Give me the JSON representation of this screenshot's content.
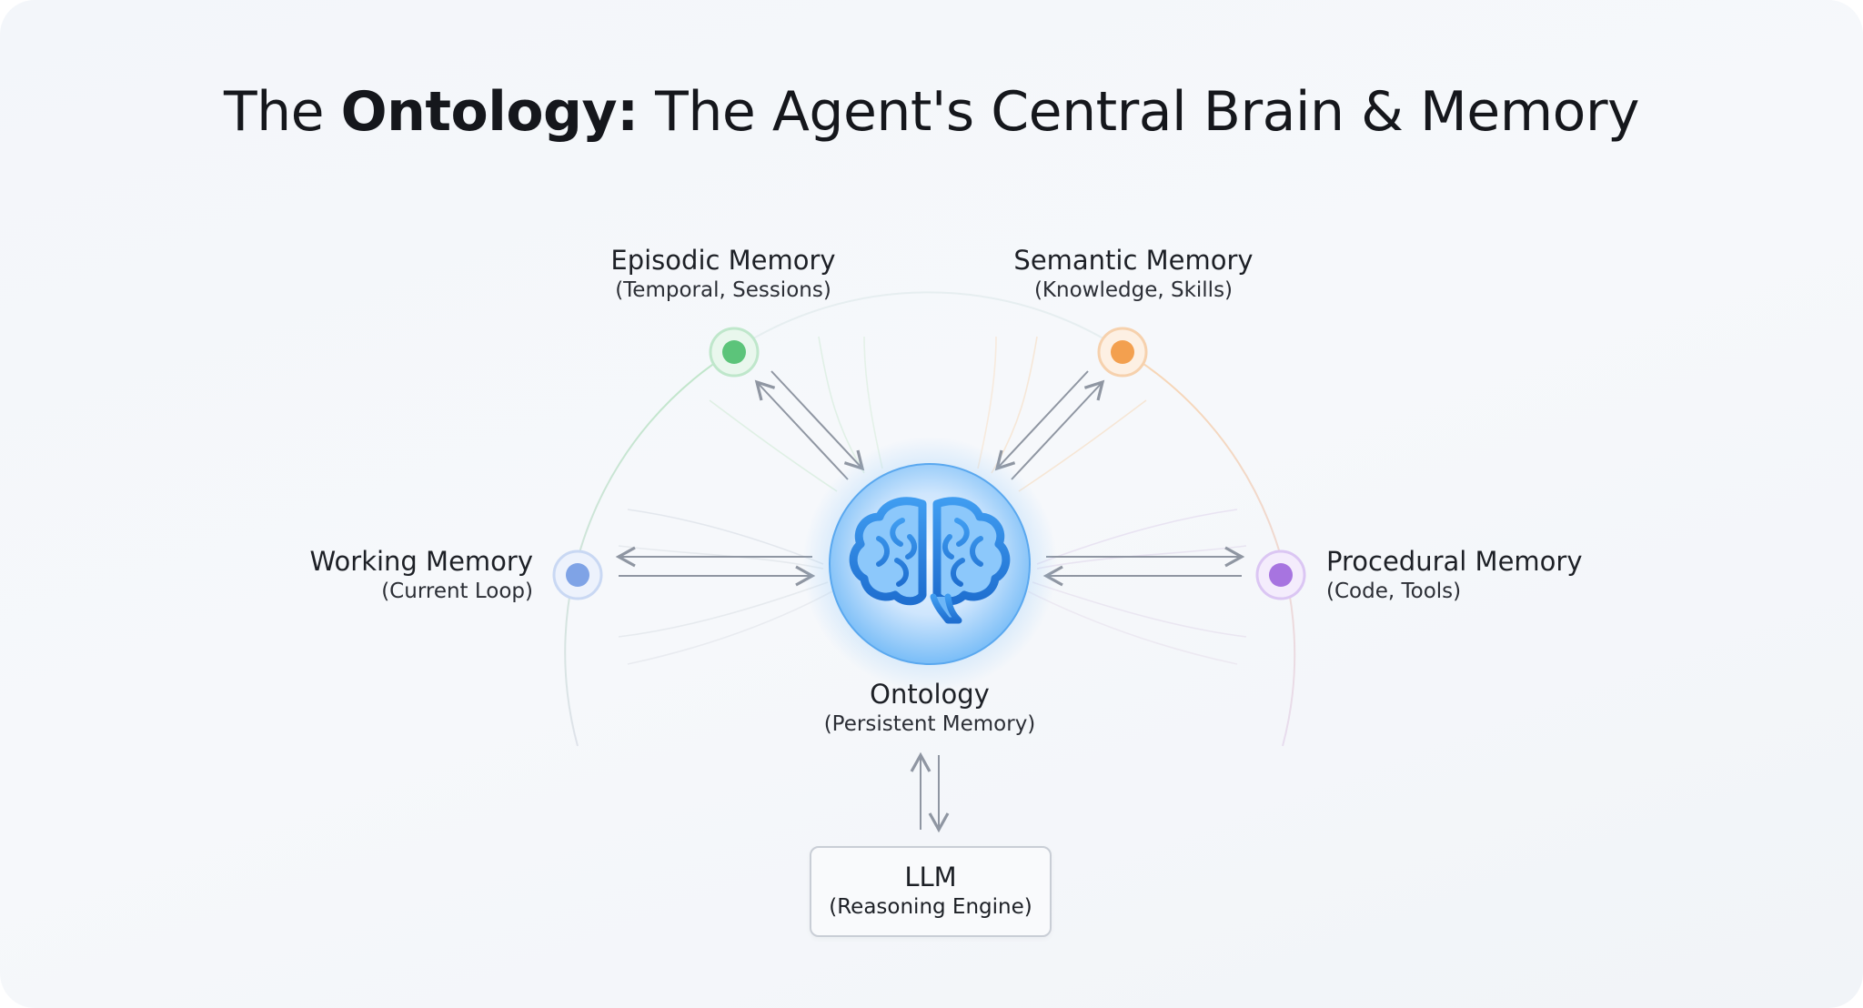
{
  "title": {
    "prefix": "The ",
    "bold": "Ontology:",
    "suffix": " The Agent's Central Brain & Memory"
  },
  "center": {
    "name": "Ontology",
    "sub": "(Persistent Memory)",
    "icon": "brain-icon"
  },
  "nodes": {
    "episodic": {
      "name": "Episodic Memory",
      "sub": "(Temporal, Sessions)",
      "color": "#5cc47a"
    },
    "semantic": {
      "name": "Semantic Memory",
      "sub": "(Knowledge, Skills)",
      "color": "#f3a04f"
    },
    "working": {
      "name": "Working Memory",
      "sub": "(Current Loop)",
      "color": "#7fa3e6"
    },
    "procedural": {
      "name": "Procedural Memory",
      "sub": "(Code, Tools)",
      "color": "#a774e0"
    }
  },
  "llm": {
    "name": "LLM",
    "sub": "(Reasoning Engine)"
  },
  "colors": {
    "center_fill": "#6fb6f6",
    "arrow": "#8f96a2",
    "arc_gray": "#d9dde3"
  }
}
